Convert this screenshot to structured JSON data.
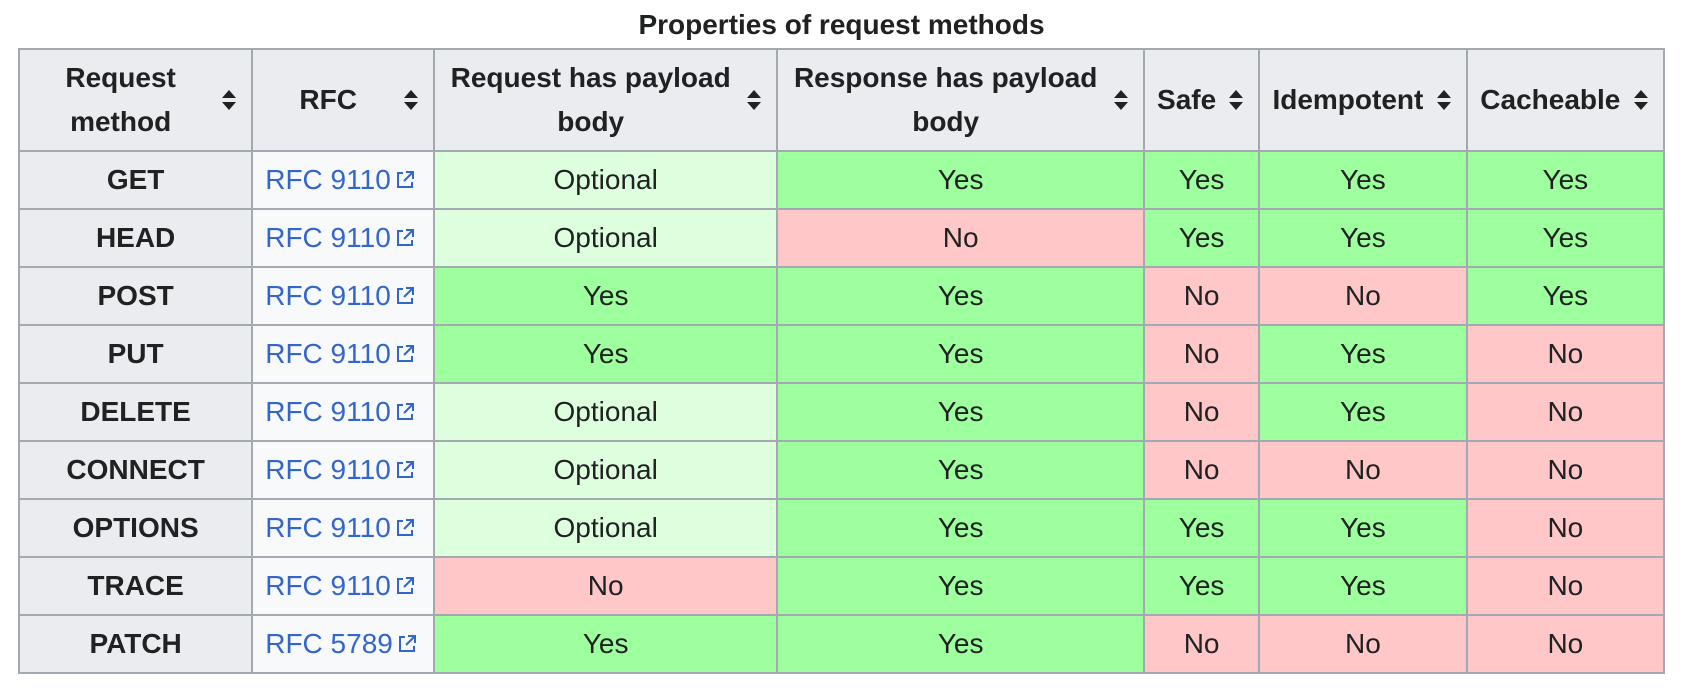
{
  "table": {
    "caption": "Properties of request methods",
    "columns": [
      {
        "key": "method",
        "label": "Request method"
      },
      {
        "key": "rfc",
        "label": "RFC"
      },
      {
        "key": "request_body",
        "label": "Request has payload body"
      },
      {
        "key": "response_body",
        "label": "Response has payload body"
      },
      {
        "key": "safe",
        "label": "Safe"
      },
      {
        "key": "idempotent",
        "label": "Idempotent"
      },
      {
        "key": "cacheable",
        "label": "Cacheable"
      }
    ],
    "rows": [
      {
        "method": "GET",
        "rfc": "RFC 9110",
        "request_body": "Optional",
        "response_body": "Yes",
        "safe": "Yes",
        "idempotent": "Yes",
        "cacheable": "Yes"
      },
      {
        "method": "HEAD",
        "rfc": "RFC 9110",
        "request_body": "Optional",
        "response_body": "No",
        "safe": "Yes",
        "idempotent": "Yes",
        "cacheable": "Yes"
      },
      {
        "method": "POST",
        "rfc": "RFC 9110",
        "request_body": "Yes",
        "response_body": "Yes",
        "safe": "No",
        "idempotent": "No",
        "cacheable": "Yes"
      },
      {
        "method": "PUT",
        "rfc": "RFC 9110",
        "request_body": "Yes",
        "response_body": "Yes",
        "safe": "No",
        "idempotent": "Yes",
        "cacheable": "No"
      },
      {
        "method": "DELETE",
        "rfc": "RFC 9110",
        "request_body": "Optional",
        "response_body": "Yes",
        "safe": "No",
        "idempotent": "Yes",
        "cacheable": "No"
      },
      {
        "method": "CONNECT",
        "rfc": "RFC 9110",
        "request_body": "Optional",
        "response_body": "Yes",
        "safe": "No",
        "idempotent": "No",
        "cacheable": "No"
      },
      {
        "method": "OPTIONS",
        "rfc": "RFC 9110",
        "request_body": "Optional",
        "response_body": "Yes",
        "safe": "Yes",
        "idempotent": "Yes",
        "cacheable": "No"
      },
      {
        "method": "TRACE",
        "rfc": "RFC 9110",
        "request_body": "No",
        "response_body": "Yes",
        "safe": "Yes",
        "idempotent": "Yes",
        "cacheable": "No"
      },
      {
        "method": "PATCH",
        "rfc": "RFC 5789",
        "request_body": "Yes",
        "response_body": "Yes",
        "safe": "No",
        "idempotent": "No",
        "cacheable": "No"
      }
    ]
  },
  "icons": {
    "sort": "sort-icon",
    "external_link": "external-link-icon"
  },
  "colors": {
    "yes": "#9eff9e",
    "no": "#ffc7c7",
    "optional": "#ddffdd",
    "link": "#3366cc",
    "header_bg": "#eaecf0"
  }
}
